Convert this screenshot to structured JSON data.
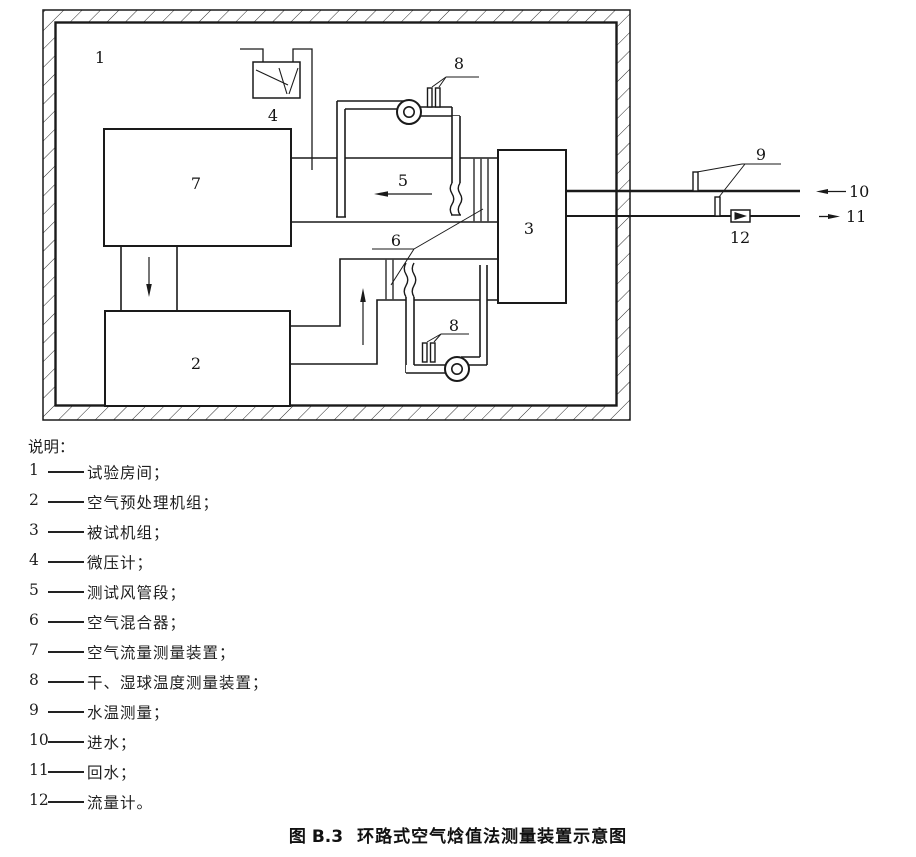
{
  "diagram": {
    "labels": {
      "room": "1",
      "preconditioner": "2",
      "unit_under_test": "3",
      "micromanometer": "4",
      "test_duct": "5",
      "air_mixer": "6",
      "airflow_device": "7",
      "thermo_top": "8",
      "thermo_bottom": "8",
      "water_temp": "9",
      "inlet_water": "10",
      "return_water": "11",
      "flow_meter": "12"
    }
  },
  "legend": {
    "title": "说明：",
    "items": [
      {
        "num": "1",
        "text": "试验房间；"
      },
      {
        "num": "2",
        "text": "空气预处理机组；"
      },
      {
        "num": "3",
        "text": "被试机组；"
      },
      {
        "num": "4",
        "text": "微压计；"
      },
      {
        "num": "5",
        "text": "测试风管段；"
      },
      {
        "num": "6",
        "text": "空气混合器；"
      },
      {
        "num": "7",
        "text": "空气流量测量装置；"
      },
      {
        "num": "8",
        "text": "干、湿球温度测量装置；"
      },
      {
        "num": "9",
        "text": "水温测量；"
      },
      {
        "num": "10",
        "text": "进水；"
      },
      {
        "num": "11",
        "text": "回水；"
      },
      {
        "num": "12",
        "text": "流量计。"
      }
    ]
  },
  "caption": {
    "number": "图 B.3",
    "title": "环路式空气焓值法测量装置示意图"
  }
}
